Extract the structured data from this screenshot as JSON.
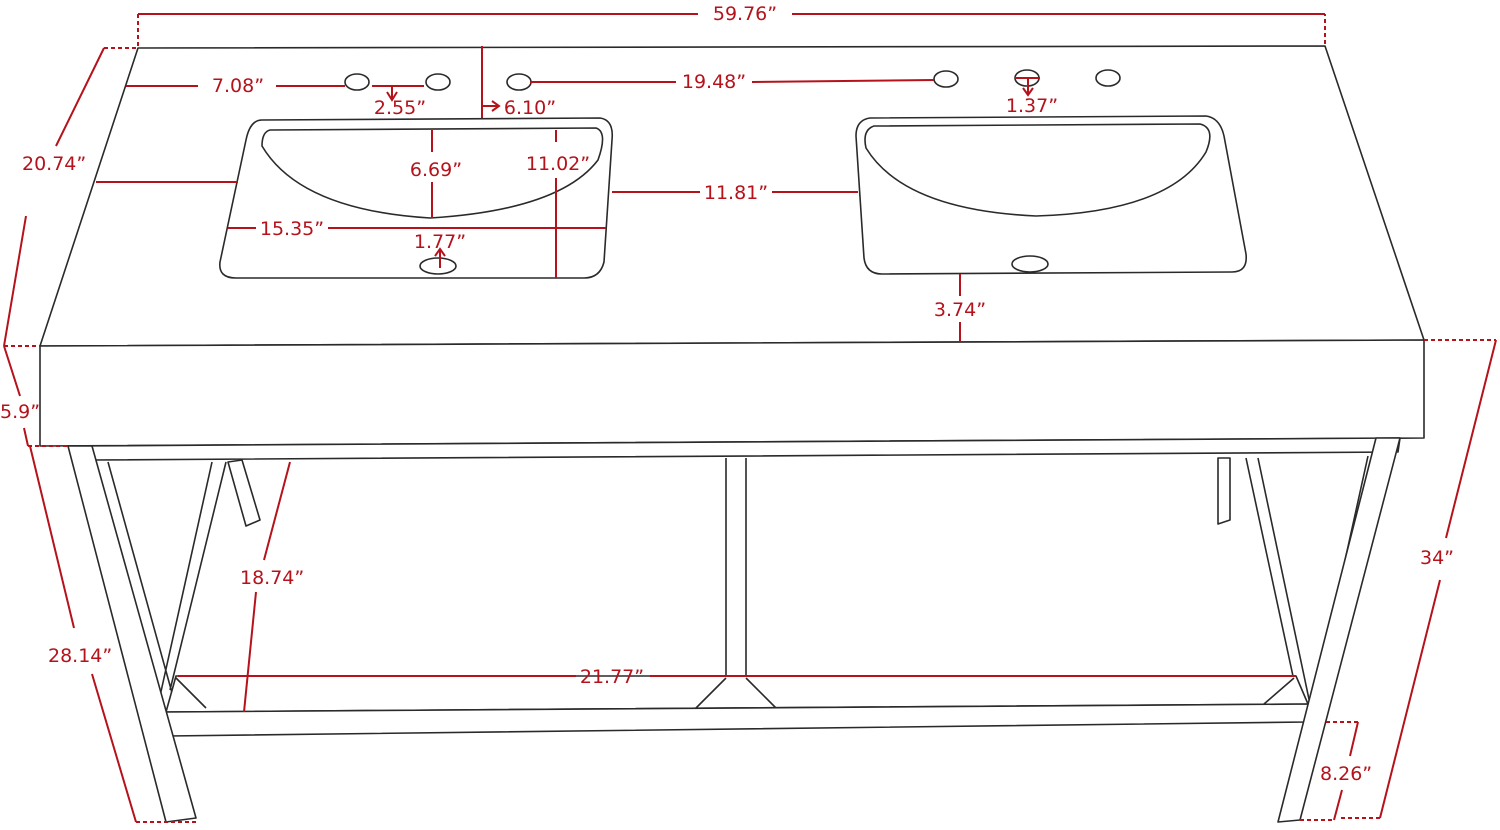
{
  "colors": {
    "line": "#2a2a2a",
    "dimension": "#b5121b",
    "background": "#ffffff"
  },
  "dimensions": {
    "overall_width": "59.76”",
    "overall_depth": "20.74”",
    "overall_height": "34”",
    "countertop_thickness": "5.9”",
    "leg_height": "28.14”",
    "interior_height": "18.74”",
    "shelf_width": "21.77”",
    "leg_depth": "8.26”",
    "edge_to_faucet_hole": "7.08”",
    "faucet_hole_offset": "2.55”",
    "back_to_basin": "6.10”",
    "faucet_hole_spacing": "19.48”",
    "faucet_hole_setback": "1.37”",
    "basin_depth": "6.69”",
    "basin_front_to_back": "11.02”",
    "basin_gap": "11.81”",
    "basin_width": "15.35”",
    "drain_setback": "1.77”",
    "front_to_basin": "3.74”"
  }
}
